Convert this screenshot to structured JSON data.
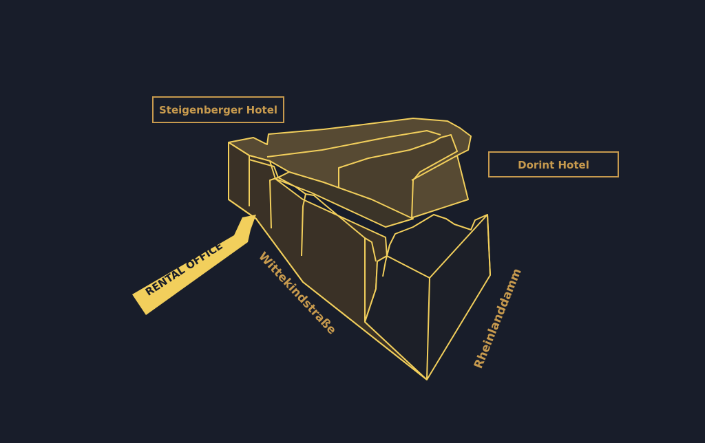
{
  "colors": {
    "background": "#181d2a",
    "outline": "#f2cf5c",
    "label_text": "#c79a4e",
    "label_border": "#c79a4e",
    "roof_fill": "#574a33",
    "courtyard_fill": "#3b3428",
    "facade_fill": "#3a3126",
    "arrow_fill": "#f2cf5c",
    "arrow_text": "#181d2a"
  },
  "labels": {
    "steigenberger": "Steigenberger Hotel",
    "dorint": "Dorint Hotel",
    "rental_office": "RENTAL OFFICE",
    "street_west": "Wittekindstraße",
    "street_east": "Rheinlanddamm"
  }
}
